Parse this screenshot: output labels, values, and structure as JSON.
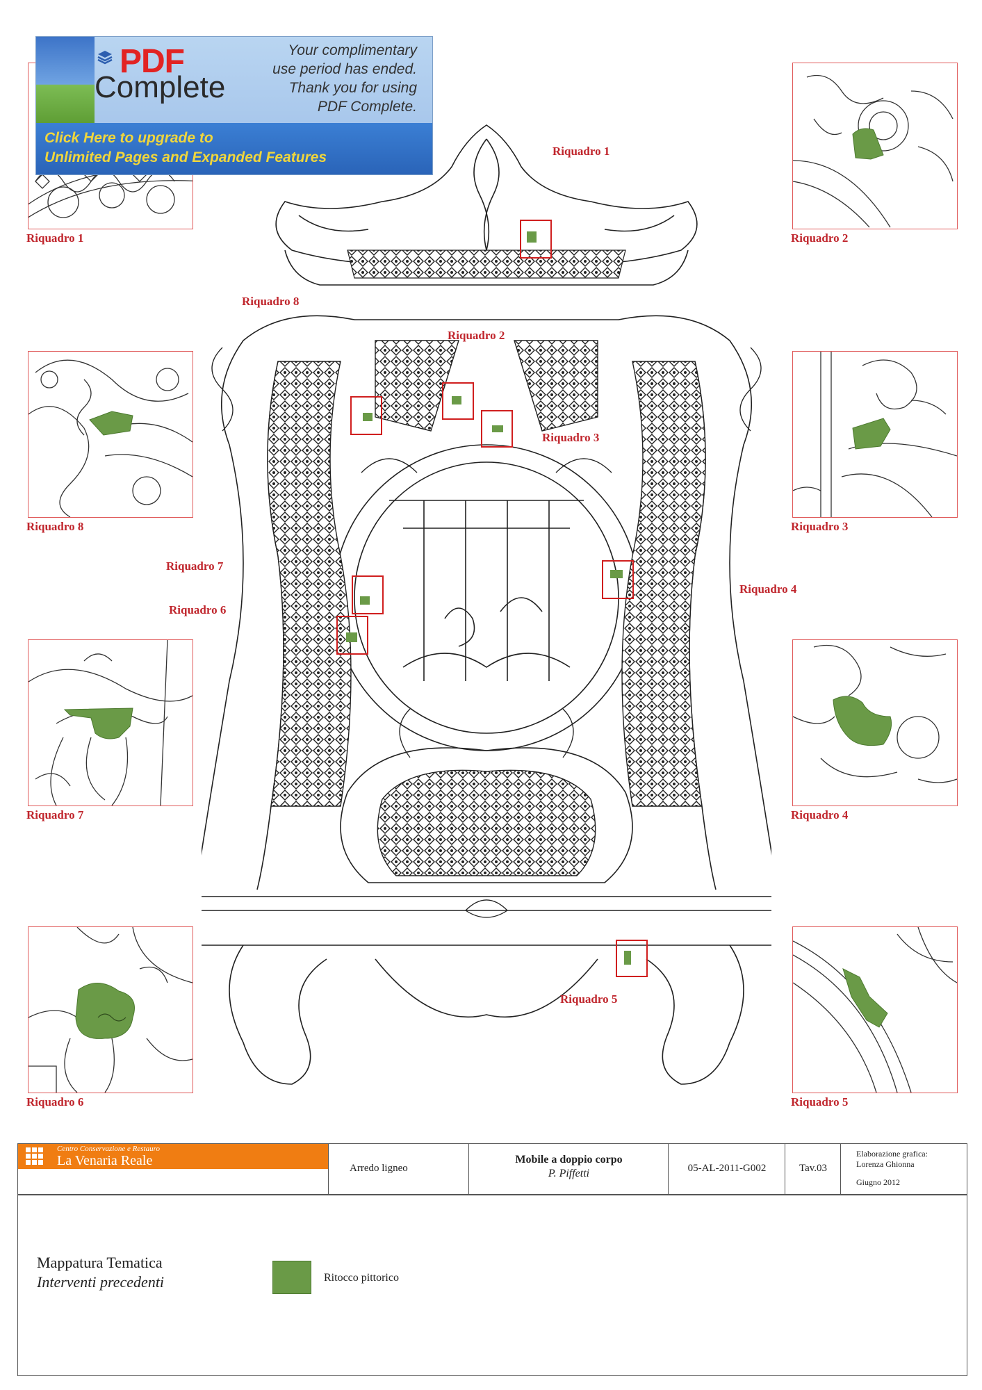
{
  "banner": {
    "brand_pdf": "PDF",
    "brand_complete": "Complete",
    "message_lines": [
      "Your complimentary",
      "use period has ended.",
      "Thank you for using",
      "PDF Complete."
    ],
    "upgrade_lines": [
      "Click Here to upgrade to",
      "Unlimited Pages and Expanded Features"
    ]
  },
  "callouts": [
    {
      "label": "Riquadro 1"
    },
    {
      "label": "Riquadro 2"
    },
    {
      "label": "Riquadro 3"
    },
    {
      "label": "Riquadro 4"
    },
    {
      "label": "Riquadro 5"
    },
    {
      "label": "Riquadro 6"
    },
    {
      "label": "Riquadro 7"
    },
    {
      "label": "Riquadro 8"
    }
  ],
  "panels": [
    {
      "label": "Riquadro 1"
    },
    {
      "label": "Riquadro 2"
    },
    {
      "label": "Riquadro 8"
    },
    {
      "label": "Riquadro 3"
    },
    {
      "label": "Riquadro 7"
    },
    {
      "label": "Riquadro 4"
    },
    {
      "label": "Riquadro 6"
    },
    {
      "label": "Riquadro 5"
    }
  ],
  "title_block": {
    "institution_line1": "Centro Conservazione e Restauro",
    "institution_line2": "La Venaria Reale",
    "category": "Arredo ligneo",
    "object_title": "Mobile a doppio corpo",
    "object_author": "P. Piffetti",
    "code": "05-AL-2011-G002",
    "sheet": "Tav.03",
    "credit_label": "Elaborazione grafica:",
    "credit_name": "Lorenza Ghionna",
    "date": "Giugno 2012"
  },
  "legend": {
    "heading": "Mappatura Tematica",
    "subheading": "Interventi precedenti",
    "items": [
      {
        "label": "Ritocco pittorico",
        "color": "#6a9a47"
      }
    ]
  },
  "colors": {
    "accent_red": "#c0262d",
    "patch_green": "#6a9a47",
    "institution_orange": "#f07d12"
  }
}
